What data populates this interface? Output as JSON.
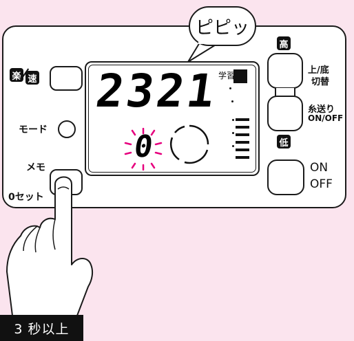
{
  "speech_bubble": {
    "text": "ピピッ"
  },
  "left_controls": {
    "raku_badge": "楽",
    "soku_badge": "速",
    "mode_label": "モード",
    "memo_label": "メモ",
    "reset_label": "0セット"
  },
  "display": {
    "count_digits": "2321",
    "learn_label": "学習",
    "blink_digit": "0",
    "level_bars": 6
  },
  "right_controls": {
    "high_badge": "高",
    "low_badge": "低",
    "upper_bottom_label_line1": "上/底",
    "upper_bottom_label_line2": "切替",
    "thread_label_line1": "糸送り",
    "thread_label_line2": "ON/OFF",
    "on_label": "ON",
    "off_label": "OFF"
  },
  "caption": {
    "text": "3 秒以上"
  },
  "colors": {
    "background": "#fbe4ee",
    "blink": "#e6007e",
    "panel_stroke": "#1a1a1a"
  }
}
